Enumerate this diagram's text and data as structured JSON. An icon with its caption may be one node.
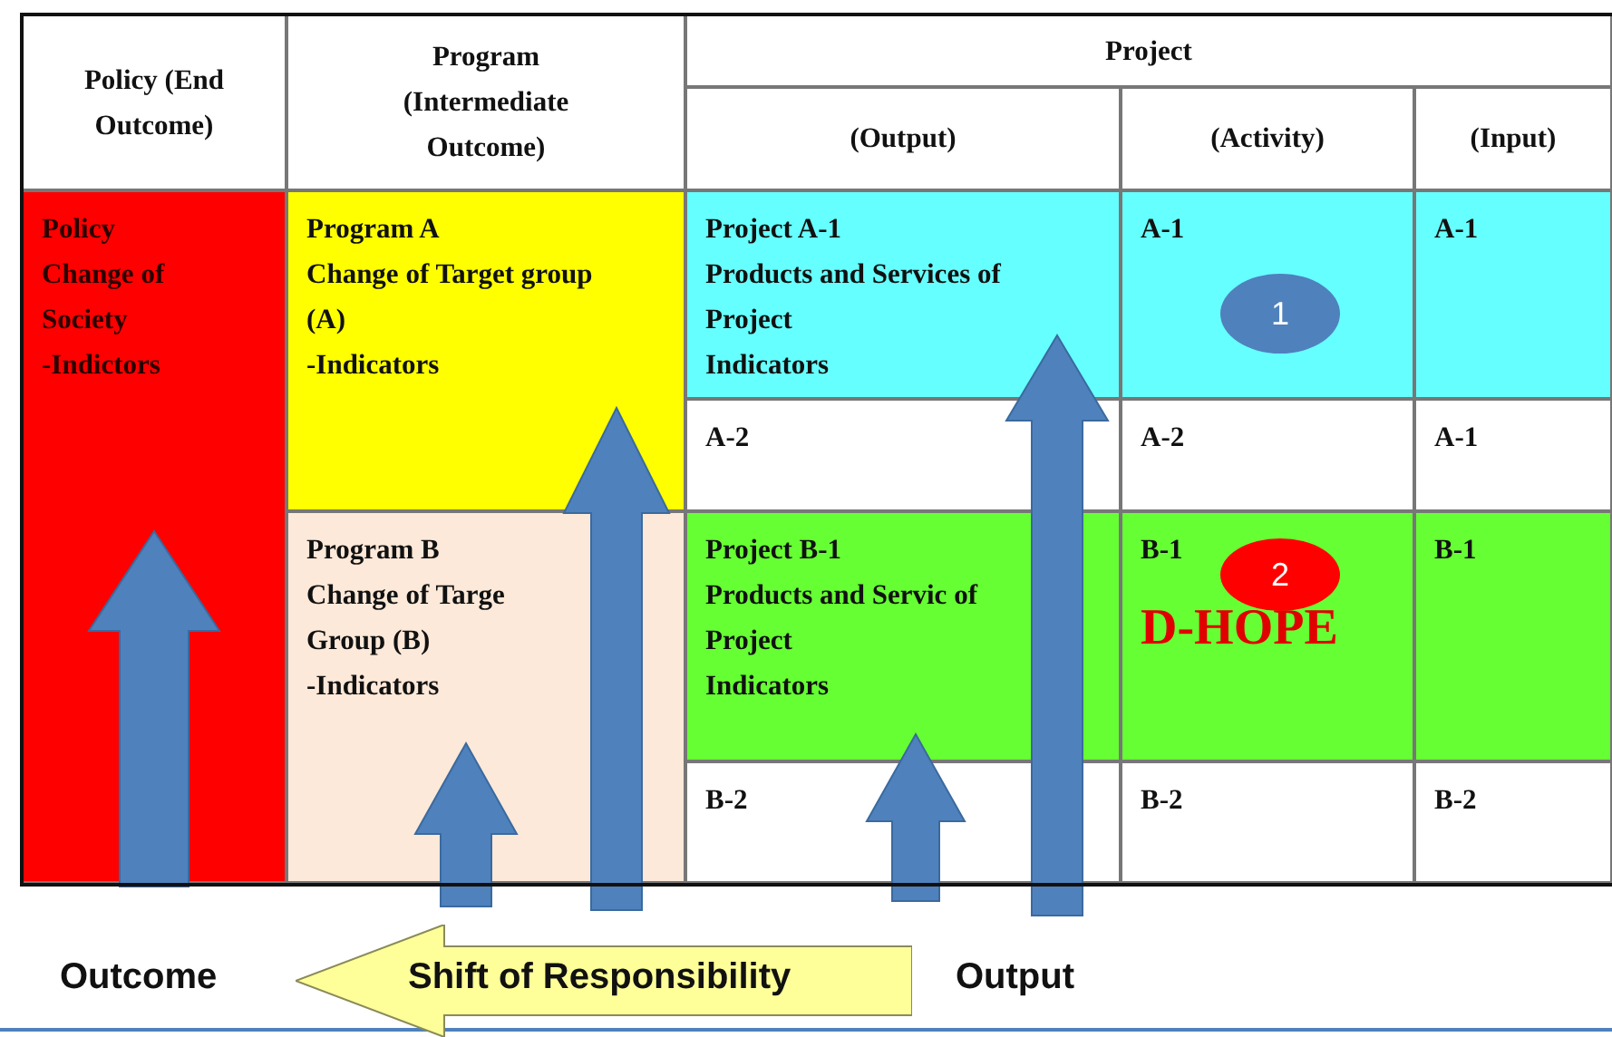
{
  "diagram": {
    "nodes": [
      {
        "text": [
          "Policy (End Outcome)"
        ]
      },
      {
        "text": [
          "Program (Intermediate Outcome)"
        ]
      },
      {
        "text": [
          "Project"
        ]
      },
      {
        "text": [
          "(Output)"
        ]
      },
      {
        "text": [
          "(Activity)"
        ]
      },
      {
        "text": [
          "(Input)"
        ]
      },
      {
        "text": [
          "Policy",
          "Change of Society",
          "-Indictors"
        ]
      },
      {
        "text": [
          "Program A",
          "Change of Target group (A)",
          "-Indicators"
        ]
      },
      {
        "text": [
          "Project A-1",
          "Products and Services of Project",
          "Indicators"
        ]
      },
      {
        "text": [
          "A-1"
        ]
      },
      {
        "text": [
          "1"
        ],
        "in": 9
      },
      {
        "text": [
          "A-1"
        ]
      },
      {
        "text": [
          "A-2"
        ]
      },
      {
        "text": [
          "A-2"
        ]
      },
      {
        "text": [
          "A-1"
        ]
      },
      {
        "text": [
          "Program B",
          "Change of Targe Group (B)",
          "-Indicators"
        ]
      },
      {
        "text": [
          "Project B-1",
          "Products and Servic of Project",
          "Indicators"
        ]
      },
      {
        "text": [
          "B-1",
          "D-HOPE"
        ]
      },
      {
        "text": [
          "2"
        ],
        "in": 17
      },
      {
        "text": [
          "B-1"
        ]
      },
      {
        "text": [
          "B-2"
        ]
      },
      {
        "text": [
          "B-2"
        ]
      },
      {
        "text": [
          "B-2"
        ]
      },
      {
        "text": [
          "Shift of Responsibility"
        ]
      }
    ],
    "edges": [
      {
        "from": 6,
        "to": null,
        "arrow": "to"
      },
      {
        "from": 15,
        "to": null,
        "arrow": "to"
      },
      {
        "from": null,
        "to": 7,
        "arrow": "to"
      },
      {
        "from": null,
        "to": 16,
        "arrow": "to"
      },
      {
        "from": null,
        "to": 8,
        "arrow": "to"
      }
    ],
    "labels": [
      "Outcome",
      "Output"
    ]
  }
}
